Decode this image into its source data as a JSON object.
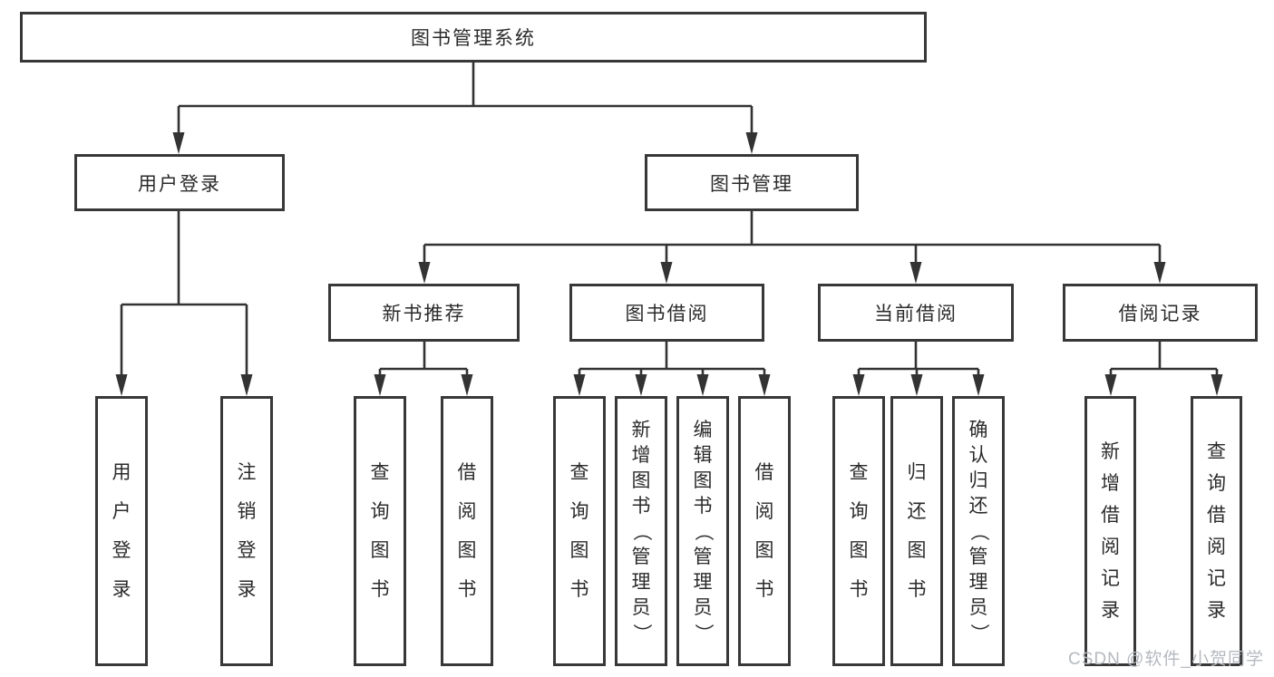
{
  "tree": {
    "root": {
      "label": "图书管理系统"
    },
    "user_login_branch": {
      "label": "用户登录",
      "children": [
        {
          "label": "用户登录"
        },
        {
          "label": "注销登录"
        }
      ]
    },
    "book_mgmt_branch": {
      "label": "图书管理",
      "groups": [
        {
          "label": "新书推荐",
          "children": [
            {
              "label": "查询图书"
            },
            {
              "label": "借阅图书"
            }
          ]
        },
        {
          "label": "图书借阅",
          "children": [
            {
              "label": "查询图书"
            },
            {
              "label": "新增图书（管理员）"
            },
            {
              "label": "编辑图书（管理员）"
            },
            {
              "label": "借阅图书"
            }
          ]
        },
        {
          "label": "当前借阅",
          "children": [
            {
              "label": "查询图书"
            },
            {
              "label": "归还图书"
            },
            {
              "label": "确认归还（管理员）"
            }
          ]
        },
        {
          "label": "借阅记录",
          "children": [
            {
              "label": "新增借阅记录"
            },
            {
              "label": "查询借阅记录"
            }
          ]
        }
      ]
    }
  },
  "watermark": "CSDN @软件_小贺同学",
  "colors": {
    "line": "#333333",
    "border": "#383838",
    "text": "#2b2b2b",
    "watermark": "#b5b9bf",
    "background": "#ffffff"
  }
}
